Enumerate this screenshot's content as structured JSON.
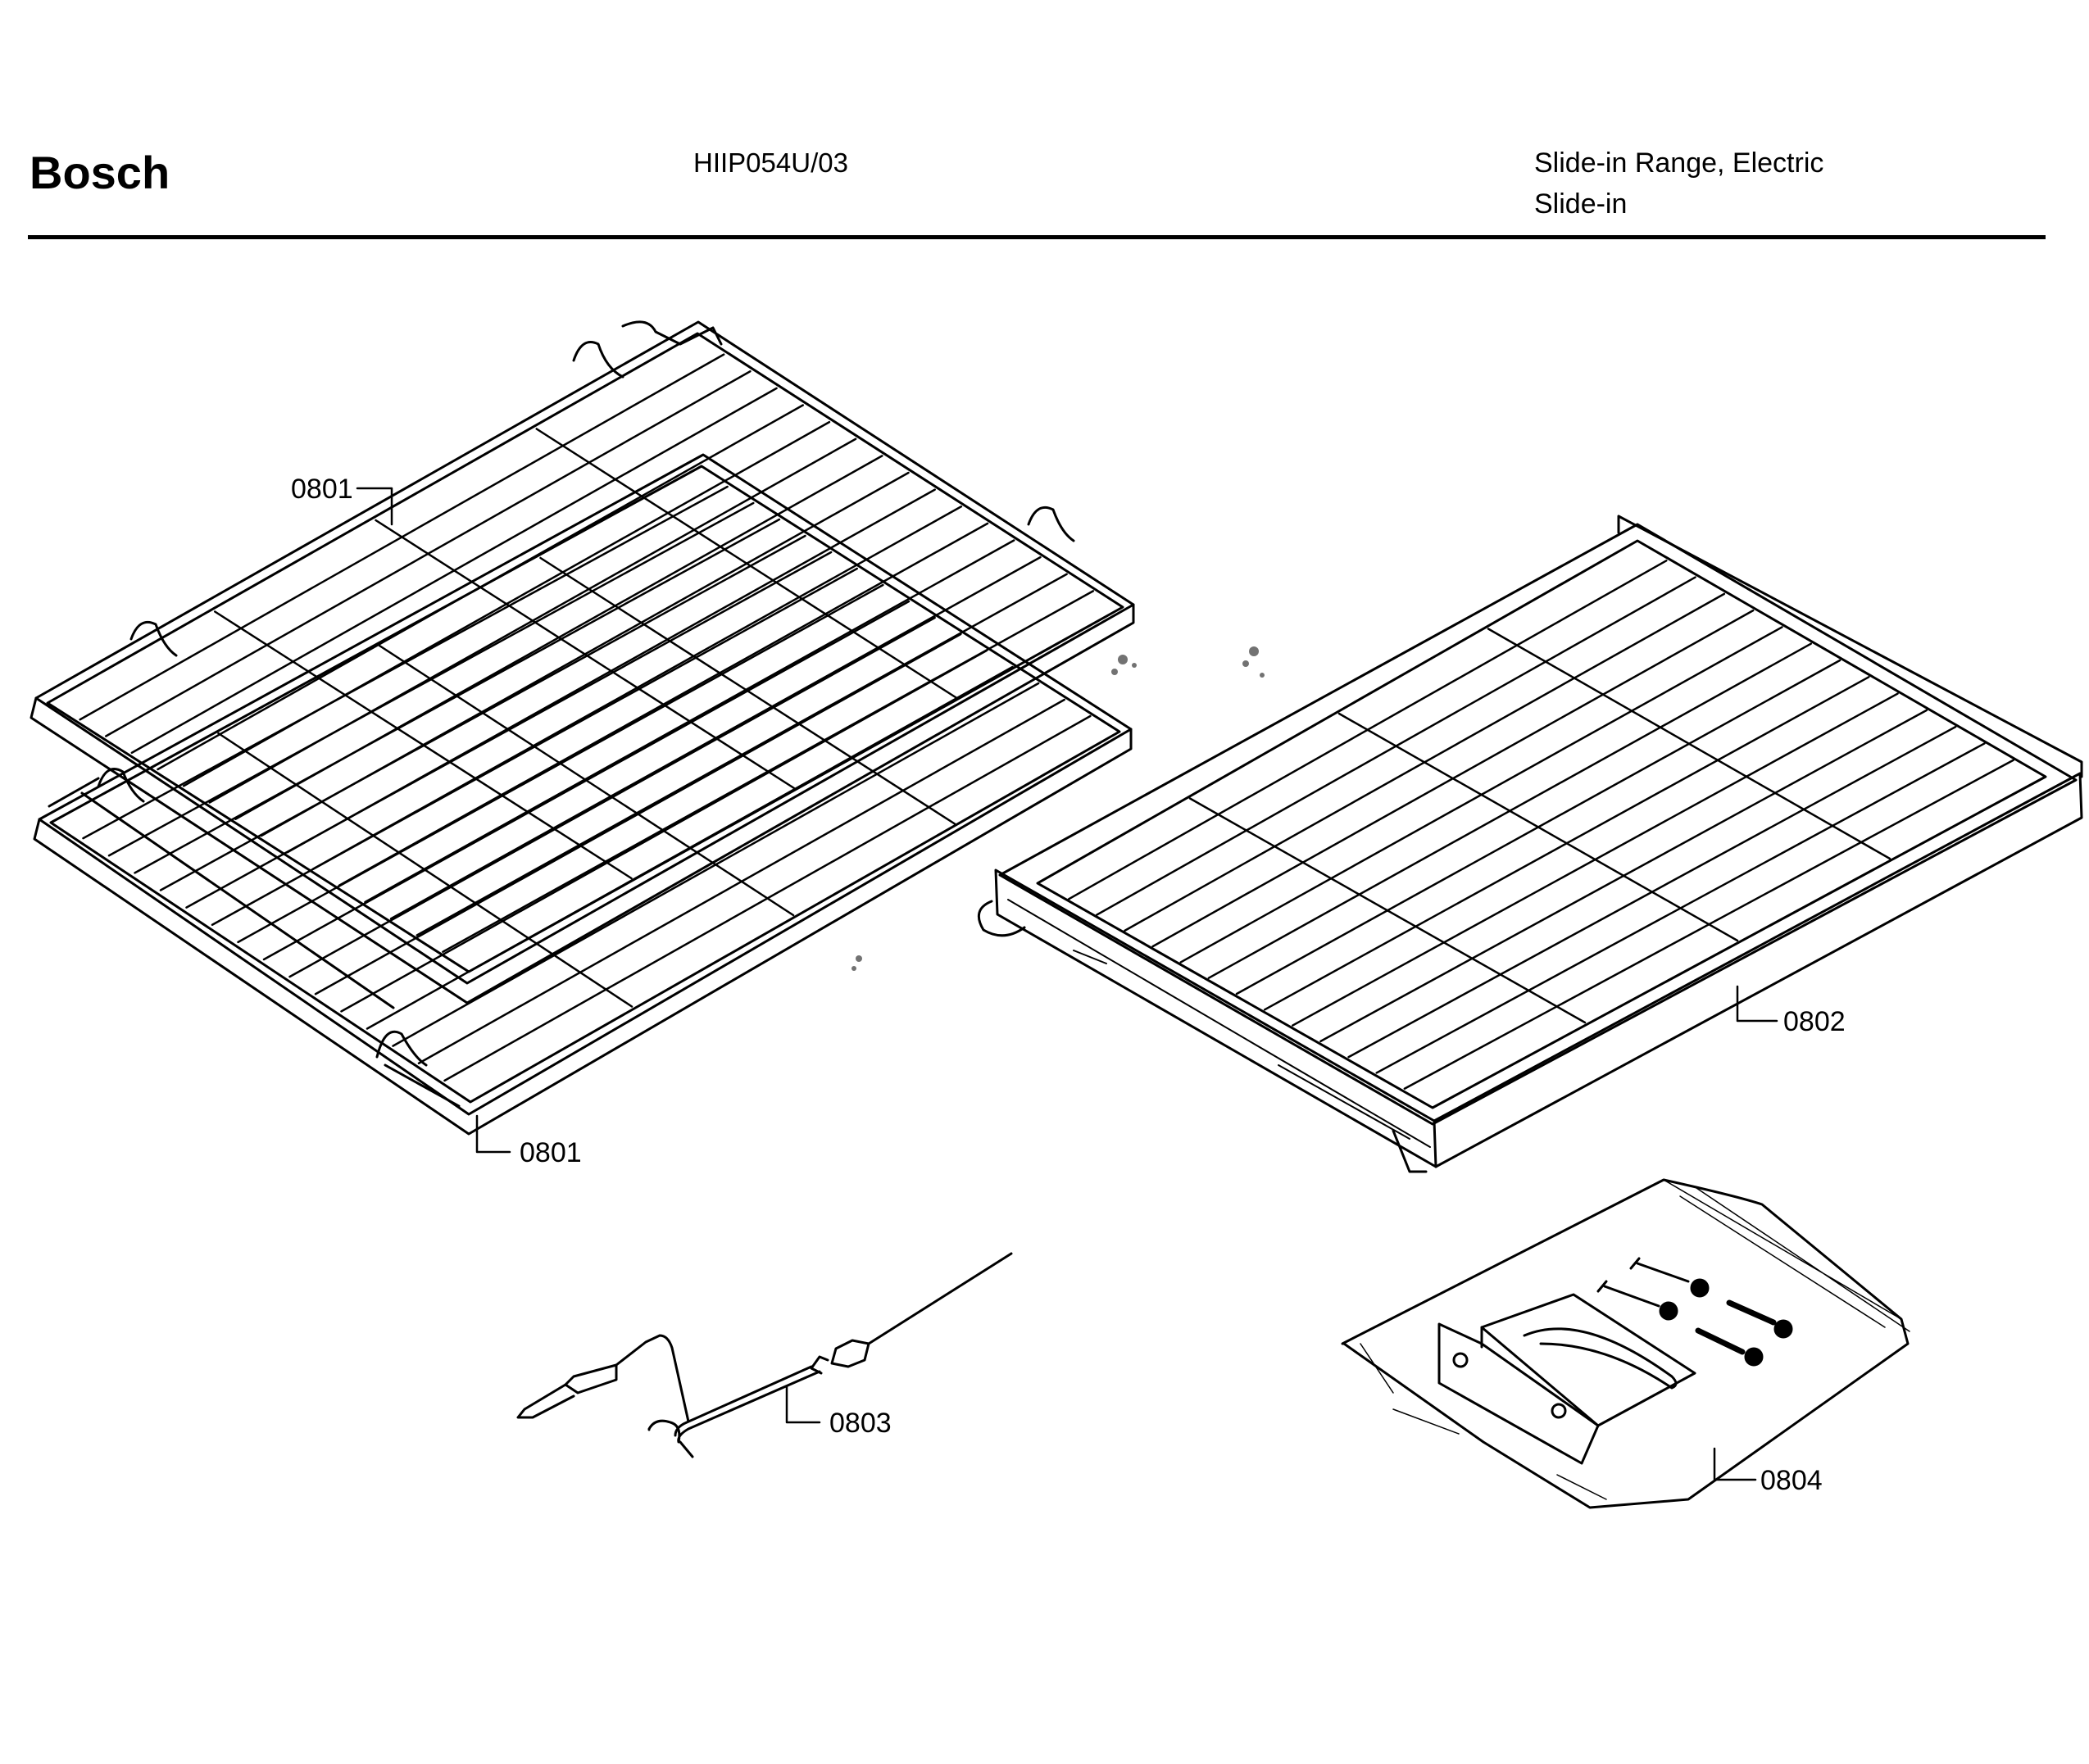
{
  "header": {
    "brand": "Bosch",
    "model": "HIIP054U/03",
    "description_line1": "Slide-in Range, Electric",
    "description_line2": "Slide-in"
  },
  "callouts": {
    "rack_upper": "0801",
    "rack_lower": "0801",
    "telescopic_rack": "0802",
    "meat_probe": "0803",
    "hardware_kit": "0804"
  }
}
